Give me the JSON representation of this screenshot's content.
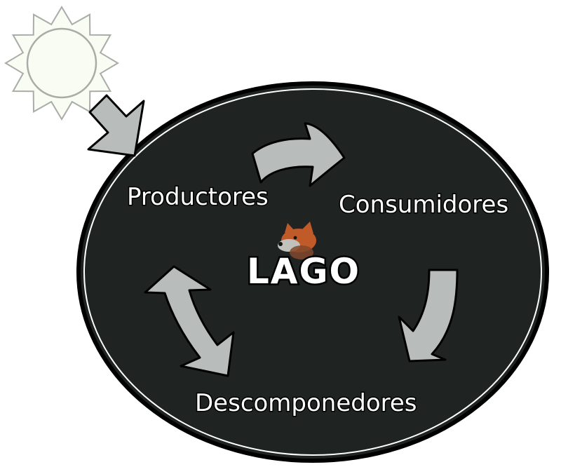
{
  "diagram": {
    "center_label": "LAGO",
    "nodes": [
      {
        "id": "productores",
        "label": "Productores"
      },
      {
        "id": "consumidores",
        "label": "Consumidores"
      },
      {
        "id": "descomponedores",
        "label": "Descomponedores"
      }
    ],
    "flows": [
      {
        "from": "sun",
        "to": "lago",
        "type": "one-way"
      },
      {
        "from": "productores",
        "to": "consumidores",
        "type": "one-way"
      },
      {
        "from": "consumidores",
        "to": "descomponedores",
        "type": "one-way"
      },
      {
        "from": "descomponedores",
        "to": "productores",
        "type": "two-way"
      }
    ]
  },
  "colors": {
    "lake_fill": "#1f2322",
    "lake_ring": "#ffffff",
    "arrow_fill": "#b8bcbb",
    "sun_fill": "#f8fcf2",
    "sun_stroke": "#a9aca8",
    "text_color": "#ffffff",
    "mascot_orange": "#d8622a"
  },
  "icons": {
    "sun": "sun-icon",
    "mascot": "fox-mascot-icon"
  }
}
